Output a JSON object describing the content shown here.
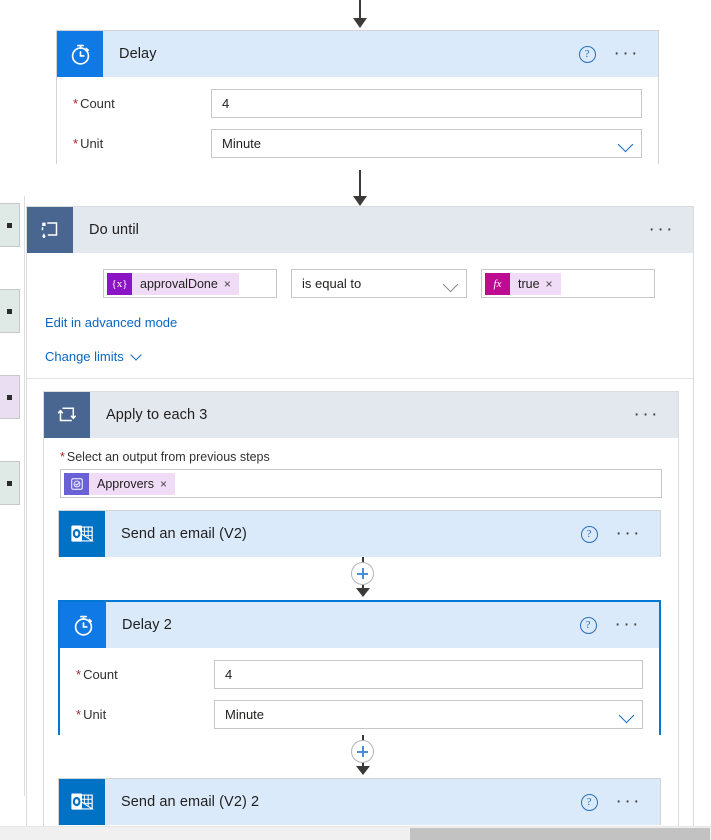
{
  "app": {
    "name": "power-automate-flow-designer",
    "accent_blue": "#0078d4",
    "card_header_blue": "#daeafa",
    "scope_header_grey": "#e3e7ee",
    "loop_icon_blue": "#486690",
    "required_red": "#a4262c",
    "link_blue": "#0a66c2"
  },
  "cards": {
    "delay": {
      "title": "Delay",
      "icon": "stopwatch-icon",
      "help_label": "?",
      "menu_label": "···",
      "fields": [
        {
          "label": "Count",
          "required": true,
          "value": "4",
          "type": "text"
        },
        {
          "label": "Unit",
          "required": true,
          "value": "Minute",
          "type": "select"
        }
      ]
    },
    "do_until": {
      "title": "Do until",
      "icon": "do-until-loop-icon",
      "menu_label": "···",
      "condition": {
        "left_token": {
          "badge": "{x}",
          "text": "approvalDone",
          "remove": "×",
          "kind": "variable"
        },
        "operator": "is equal to",
        "right_token": {
          "badge": "fx",
          "text": "true",
          "remove": "×",
          "kind": "expression"
        }
      },
      "advanced_link": "Edit in advanced mode",
      "limits_link": "Change limits"
    },
    "apply_to_each": {
      "title": "Apply to each 3",
      "icon": "apply-to-each-loop-icon",
      "menu_label": "···",
      "output_label": "Select an output from previous steps",
      "output_required": true,
      "output_token": {
        "badge": "◎",
        "text": "Approvers",
        "remove": "×",
        "kind": "dynamic-content"
      }
    },
    "send_email_1": {
      "title": "Send an email (V2)",
      "icon": "outlook-icon",
      "help_label": "?",
      "menu_label": "···"
    },
    "delay_2": {
      "title": "Delay 2",
      "icon": "stopwatch-icon",
      "help_label": "?",
      "menu_label": "···",
      "selected": true,
      "fields": [
        {
          "label": "Count",
          "required": true,
          "value": "4",
          "type": "text"
        },
        {
          "label": "Unit",
          "required": true,
          "value": "Minute",
          "type": "select"
        }
      ]
    },
    "send_email_2": {
      "title": "Send an email (V2) 2",
      "icon": "outlook-icon",
      "help_label": "?",
      "menu_label": "···"
    }
  },
  "connectors": {
    "insert_label": "+"
  }
}
